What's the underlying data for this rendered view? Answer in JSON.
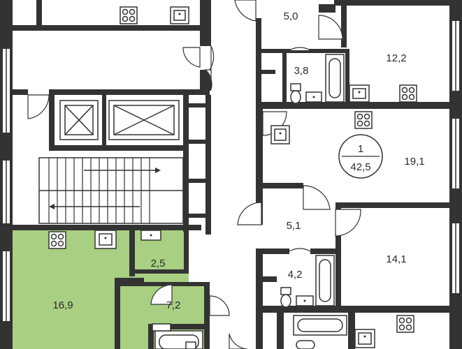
{
  "rooms": {
    "top_partial": "5,0",
    "bath_top": "3,8",
    "room_top_right": "12,2",
    "living_main": "19,1",
    "hall_mid": "5,1",
    "bath_mid": "4,2",
    "room_mid_right": "14,1",
    "green_main": "16,9",
    "green_bath": "2,5",
    "green_hall": "7,2"
  },
  "apartment_badge": {
    "number": "1",
    "area": "42,5"
  },
  "colors": {
    "highlight": "#a9cf82",
    "wall": "#333333",
    "badge_stroke": "#333333"
  }
}
